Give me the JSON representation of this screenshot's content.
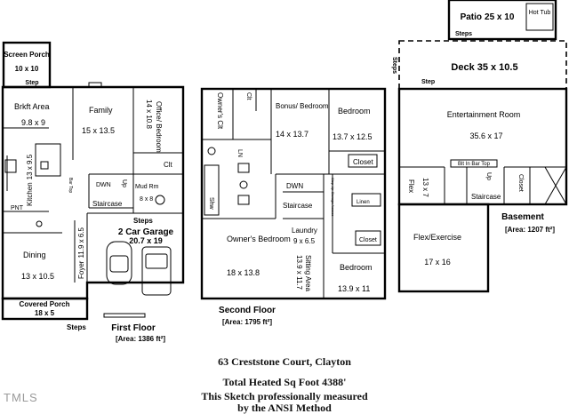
{
  "floors": [
    {
      "label": "First Floor",
      "area": "[Area: 1386 ft²]"
    },
    {
      "label": "Second Floor",
      "area": "[Area: 1795 ft²]"
    },
    {
      "label": "Basement",
      "area": "[Area: 1207 ft²]"
    }
  ],
  "first_floor": {
    "screen_porch": {
      "name": "Screen Porch",
      "size": "10 x 10"
    },
    "screen_porch_steps": "Step",
    "brkft": {
      "name": "Brkft Area",
      "size": "9.8 x 9"
    },
    "family": {
      "name": "Family",
      "size": "15 x 13.5"
    },
    "office": {
      "name": "Office/ Bedroom",
      "size": "14 x 10.8"
    },
    "closet": "Clt",
    "kitchen": {
      "name": "Kitchen",
      "size": "13 x 9.5"
    },
    "bar_top": "Bar Top",
    "dwn": "DWN",
    "up": "Up",
    "staircase": "Staircase",
    "mud_room": {
      "name": "Mud Rm",
      "size": "8 x 8"
    },
    "pnt": "PNT",
    "steps_garage": "Steps",
    "garage": {
      "name": "2 Car Garage",
      "size": "20.7 x 19"
    },
    "foyer": {
      "name": "Foyer",
      "size": "11.9 x 6.5"
    },
    "dining": {
      "name": "Dining",
      "size": "13 x 10.5"
    },
    "covered_porch": {
      "name": "Covered Porch",
      "size": "18 x 5"
    },
    "steps_front": "Steps"
  },
  "second_floor": {
    "owners_closet": "Owner's Clt",
    "clt": "Clt",
    "bonus": {
      "name": "Bonus/ Bedroom",
      "size": "14 x 13.7"
    },
    "bedroom_ne": {
      "name": "Bedroom",
      "size": "13.7 x 12.5"
    },
    "closet": "Closet",
    "shw": "Shw",
    "ln": "LN",
    "dwn": "DWN",
    "staircase": "Staircase",
    "laundry": {
      "name": "Laundry",
      "size": "9 x 6.5"
    },
    "attic": "Step Up Storage Access",
    "linen": "Linen",
    "owners_bedroom": {
      "name": "Owner's Bedroom",
      "size": "18 x 13.8"
    },
    "sitting": {
      "name": "Sitting Area",
      "size": "13.9 x 11.7"
    },
    "bedroom_se": {
      "name": "Bedroom",
      "size": "13.9 x 11"
    },
    "closet2": "Closet"
  },
  "basement": {
    "patio": {
      "name": "Patio",
      "size": "25 x 10"
    },
    "hot_tub": "Hot Tub",
    "patio_steps": "Steps",
    "deck": {
      "name": "Deck",
      "size": "35 x 10.5"
    },
    "deck_steps": "Steps",
    "deck_step": "Step",
    "entertainment": {
      "name": "Entertainment Room",
      "size": "35.6 x 17"
    },
    "bar": "Blt In Bar Top",
    "flex": {
      "name": "Flex",
      "size": "13 x 7"
    },
    "up": "Up",
    "staircase": "Staircase",
    "closet": "Closet",
    "flex_exercise": {
      "name": "Flex/Exercise",
      "size": "17 x 16"
    }
  },
  "footer": {
    "address": "63 Creststone Court, Clayton",
    "heated": "Total Heated Sq Foot 4388'",
    "note1": "This Sketch professionally measured",
    "note2": "by the ANSI Method"
  },
  "watermark": "TMLS"
}
